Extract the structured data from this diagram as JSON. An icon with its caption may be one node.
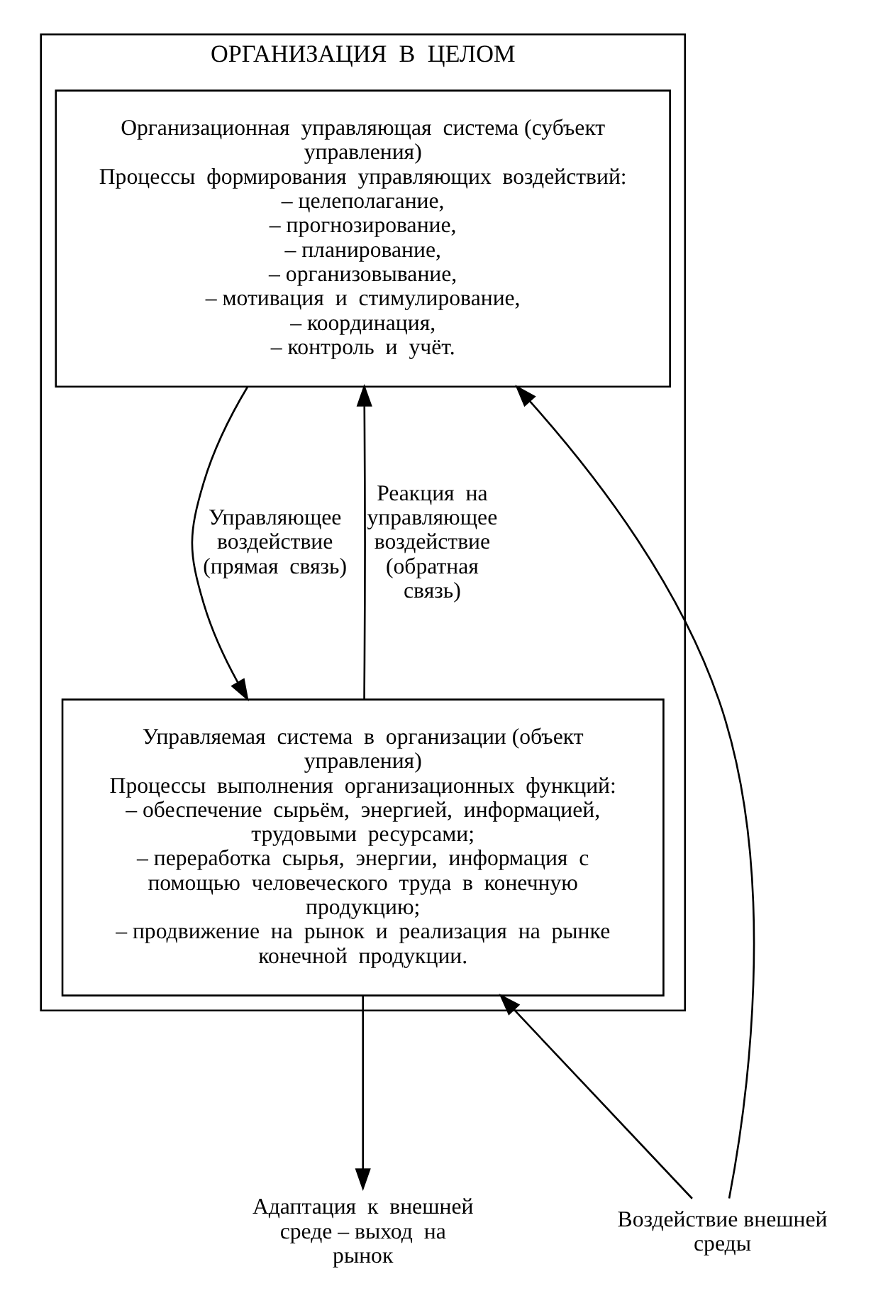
{
  "diagram": {
    "nodes": [
      {
        "text": [
          "ОРГАНИЗАЦИЯ  В  ЦЕЛОМ"
        ]
      },
      {
        "text": [
          "Организационная  управляющая  система (субъект  управления)",
          "Процессы  формирования  управляющих  воздействий:",
          "– целеполагание,",
          "– прогнозирование,",
          "– планирование,",
          "– организовывание,",
          "– мотивация  и  стимулирование,",
          "– координация,",
          "– контроль  и  учёт."
        ],
        "in": 0
      },
      {
        "text": [
          "Управляемая  система  в  организации (объект  управления)",
          "Процессы  выполнения  организационных  функций:",
          "– обеспечение  сырьём,  энергией,  информацией, трудовыми  ресурсами;",
          "– переработка  сырья,  энергии,  информация  с помощью  человеческого  труда  в  конечную продукцию;",
          "– продвижение  на  рынок  и  реализация  на  рынке конечной  продукции."
        ],
        "in": 0
      },
      {
        "text": [
          "Воздействие внешней среды"
        ]
      },
      {
        "text": [
          "Адаптация  к  внешней среде – выход  на рынок"
        ]
      }
    ],
    "edges": [
      {
        "from": 1,
        "to": 2,
        "arrow": "to",
        "label": "Управляющее воздействие (прямая  связь)"
      },
      {
        "from": 2,
        "to": 1,
        "arrow": "to",
        "label": "Реакция  на управляющее воздействие (обратная  связь)"
      },
      {
        "from": 3,
        "to": 1,
        "arrow": "to"
      },
      {
        "from": 3,
        "to": 2,
        "arrow": "to"
      },
      {
        "from": 2,
        "to": 4,
        "arrow": "to"
      }
    ]
  }
}
